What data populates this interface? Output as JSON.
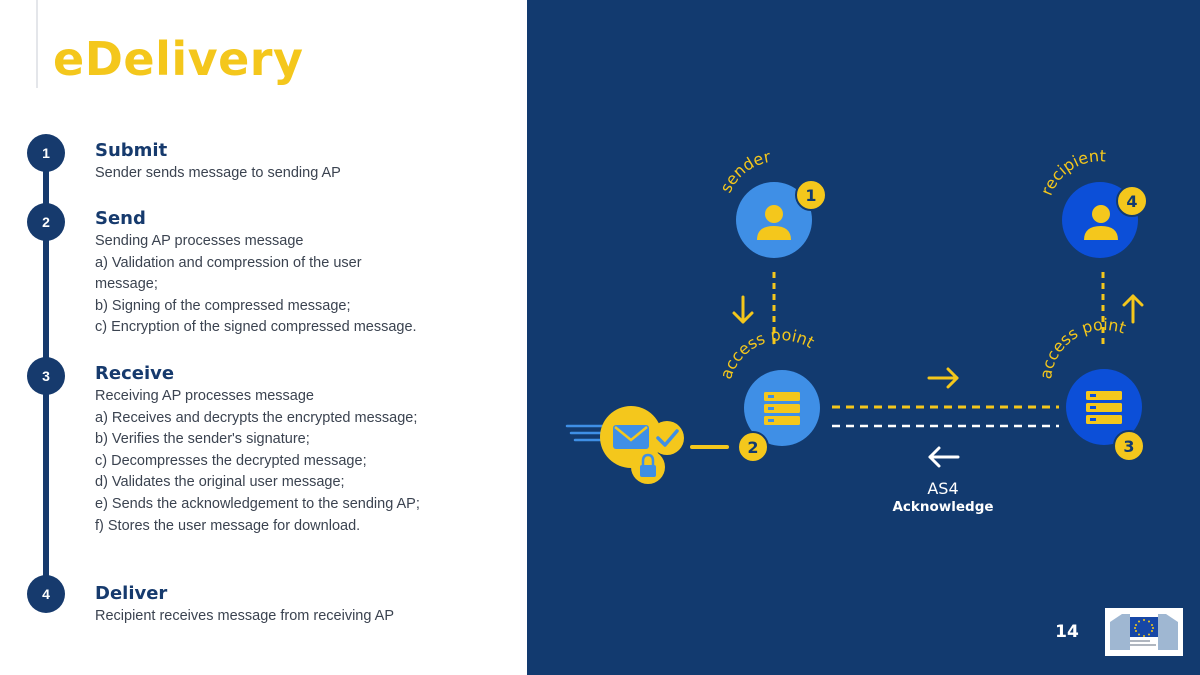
{
  "slide": {
    "title": "eDelivery",
    "page_number": "14"
  },
  "steps": [
    {
      "num": "1",
      "title": "Submit",
      "lines": [
        "Sender sends message to sending AP"
      ]
    },
    {
      "num": "2",
      "title": "Send",
      "lines": [
        "Sending AP processes message",
        "a) Validation and compression of the user",
        "message;",
        "b) Signing of the compressed message;",
        "c) Encryption of the signed compressed message."
      ]
    },
    {
      "num": "3",
      "title": "Receive",
      "lines": [
        "Receiving AP processes message",
        "a) Receives and decrypts the encrypted message;",
        "b) Verifies the sender's signature;",
        "c) Decompresses the decrypted message;",
        "d) Validates the original user message;",
        "e) Sends the acknowledgement to the sending AP;",
        "f) Stores the user message for download."
      ]
    },
    {
      "num": "4",
      "title": "Deliver",
      "lines": [
        "Recipient receives message from receiving AP"
      ]
    }
  ],
  "diagram": {
    "sender_label": "sender",
    "recipient_label": "recipient",
    "access_point_left": "access point",
    "access_point_right": "access point",
    "badge_1": "1",
    "badge_2": "2",
    "badge_3": "3",
    "badge_4": "4",
    "protocol": "AS4",
    "ack_label": "Acknowledge"
  },
  "colors": {
    "navy": "#123a6f",
    "yellow": "#f4c71c",
    "light_blue": "#3f8fe6",
    "bright_blue": "#0c4fd8"
  },
  "icons": {
    "user": "user-icon",
    "server": "server-icon",
    "envelope": "envelope-icon",
    "check": "check-icon",
    "lock": "lock-icon",
    "logo": "european-commission-logo"
  }
}
